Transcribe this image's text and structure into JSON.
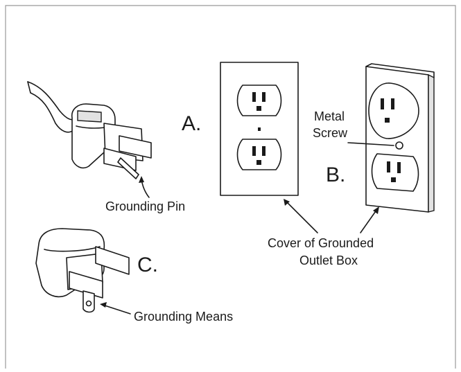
{
  "labels": {
    "a": "A.",
    "b": "B.",
    "c": "C.",
    "metal": "Metal",
    "screw": "Screw",
    "grounding_pin": "Grounding Pin",
    "cover_line1": "Cover of Grounded",
    "cover_line2": "Outlet Box",
    "grounding_means": "Grounding Means"
  },
  "colors": {
    "ink": "#1a1a1a",
    "paper": "#ffffff",
    "frame": "#999999"
  }
}
